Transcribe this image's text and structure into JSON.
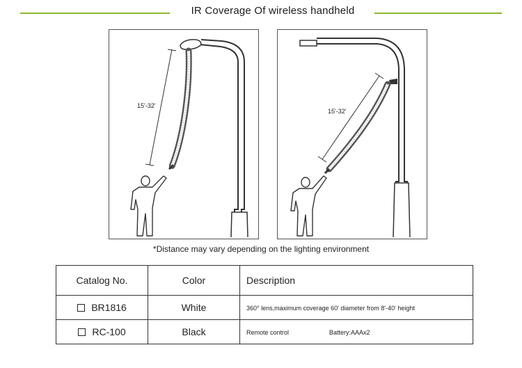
{
  "header": {
    "title": "IR Coverage Of wireless handheld"
  },
  "diagrams": [
    {
      "distance_label": "15'-32'"
    },
    {
      "distance_label": "15'-32'"
    }
  ],
  "note": "*Distance may vary depending on the lighting environment",
  "table": {
    "headers": {
      "catalog": "Catalog No.",
      "color": "Color",
      "description": "Description"
    },
    "rows": [
      {
        "catalog": "BR1816",
        "color": "White",
        "description": "360° lens,maximum coverage 60' diameter from 8'-40' height",
        "description_extra": ""
      },
      {
        "catalog": "RC-100",
        "color": "Black",
        "description": "Remote control",
        "description_extra": "Battery:AAAx2"
      }
    ]
  },
  "colors": {
    "accent_line": "#8ab62c",
    "ink": "#222222"
  }
}
